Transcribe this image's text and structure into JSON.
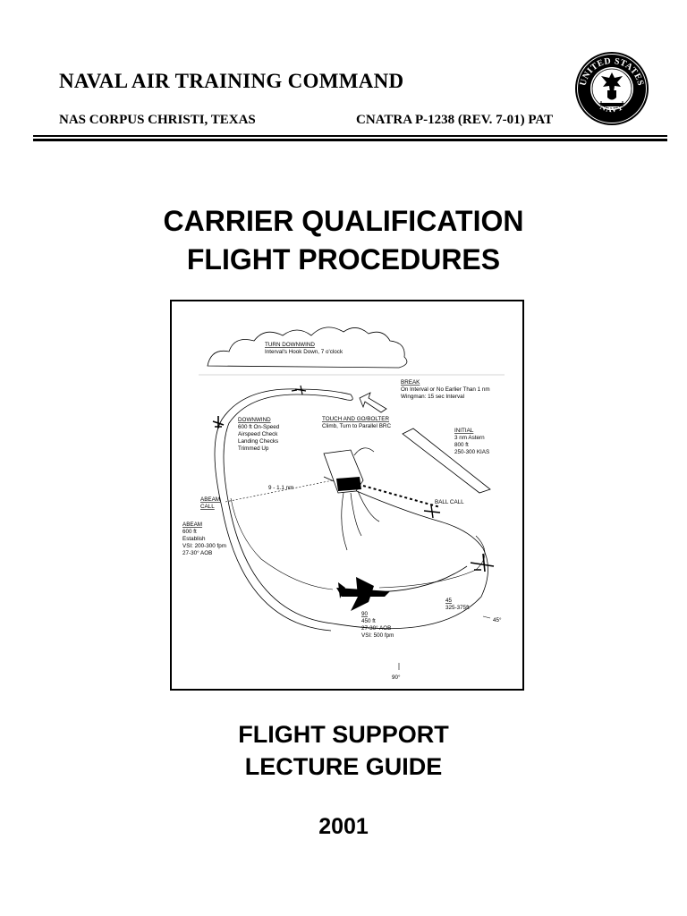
{
  "header": {
    "organization": "NAVAL AIR TRAINING COMMAND",
    "location": "NAS CORPUS CHRISTI, TEXAS",
    "document_number": "CNATRA P-1238 (REV. 7-01) PAT",
    "seal_text_top": "UNITED STATES",
    "seal_text_bottom": "NAVY"
  },
  "title": {
    "line1": "CARRIER QUALIFICATION",
    "line2": "FLIGHT PROCEDURES"
  },
  "diagram": {
    "turn_downwind": {
      "heading": "TURN DOWNWIND",
      "line1": "Interval's Hook Down, 7 o'clock"
    },
    "break": {
      "heading": "BREAK",
      "line1": "On Interval or No Earlier Than 1 nm",
      "line2": "Wingman: 15 sec Interval"
    },
    "downwind": {
      "heading": "DOWNWIND",
      "line1": "600 ft On-Speed",
      "line2": "Airspeed Check",
      "line3": "Landing Checks",
      "line4": "Trimmed Up"
    },
    "touch_and_go": {
      "heading": "TOUCH AND GO/BOLTER",
      "line1": "Climb, Turn to Parallel BRC"
    },
    "initial": {
      "heading": "INITIAL",
      "line1": "3 nm Astern",
      "line2": "800 ft",
      "line3": "250-300 KIAS"
    },
    "distance": "9 - 1.1 nm",
    "abeam_call": {
      "line1": "ABEAM",
      "line2": "CALL"
    },
    "ball_call": "BALL CALL",
    "abeam": {
      "heading": "ABEAM",
      "line1": "600 ft",
      "line2": "Establish",
      "line3": "VSI:  200-300 fpm",
      "line4": "27-30° AOB"
    },
    "forty_five": {
      "heading": "45",
      "line1": "325-375ft"
    },
    "forty_five_deg": "45°",
    "ninety": {
      "heading": "90",
      "line1": "450 ft",
      "line2": "27-30° AOB",
      "line3": "VSI:  500 fpm"
    },
    "ninety_deg": "90°"
  },
  "subtitle": {
    "line1": "FLIGHT SUPPORT",
    "line2": "LECTURE GUIDE"
  },
  "year": "2001"
}
